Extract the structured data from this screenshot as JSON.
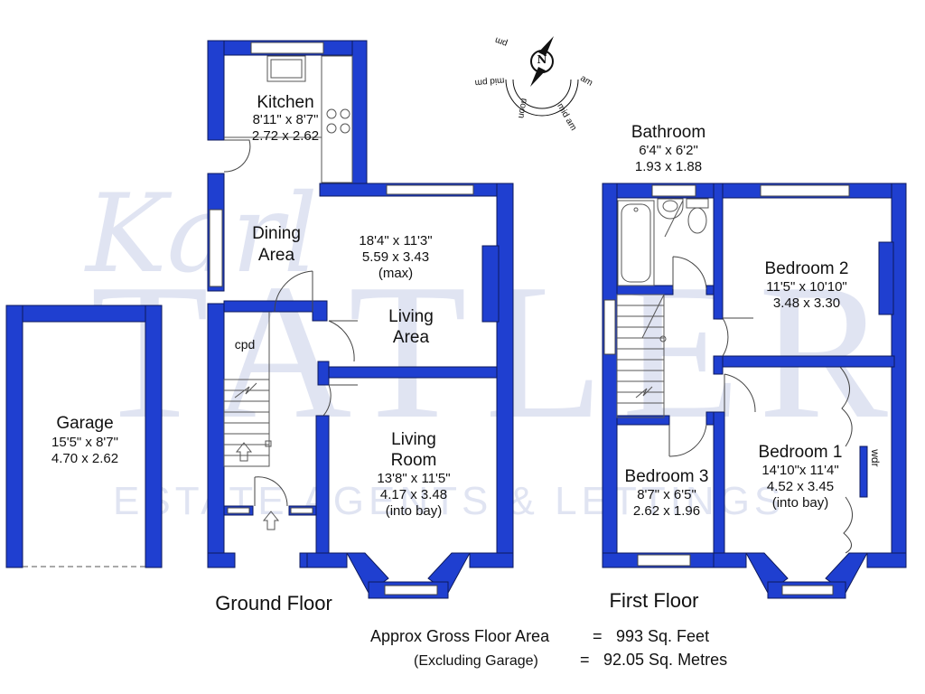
{
  "watermark": {
    "script": "Karl",
    "letters": "TATLER",
    "tagline": "ESTATE AGENTS & LETTINGS"
  },
  "compass": {
    "north": "N",
    "labels": [
      "pm",
      "mid pm",
      "noon",
      "mid am",
      "am"
    ]
  },
  "ground_floor": {
    "title": "Ground Floor",
    "rooms": {
      "kitchen": {
        "name": "Kitchen",
        "imperial": "8'11\"  x  8'7\"",
        "metric": "2.72  x  2.62"
      },
      "dining": {
        "name_line1": "Dining",
        "name_line2": "Area"
      },
      "dining_living": {
        "imperial": "18'4\"  x  11'3\"",
        "metric": "5.59  x  3.43",
        "note": "(max)"
      },
      "living_area": {
        "name_line1": "Living",
        "name_line2": "Area"
      },
      "living_room": {
        "name_line1": "Living",
        "name_line2": "Room",
        "imperial": "13'8\"  x  11'5\"",
        "metric": "4.17  x  3.48",
        "note": "(into bay)"
      },
      "cpd": "cpd"
    }
  },
  "garage": {
    "name": "Garage",
    "imperial": "15'5\"  x  8'7\"",
    "metric": "4.70  x  2.62"
  },
  "first_floor": {
    "title": "First Floor",
    "rooms": {
      "bathroom": {
        "name": "Bathroom",
        "imperial": "6'4\"  x  6'2\"",
        "metric": "1.93  x  1.88"
      },
      "bedroom2": {
        "name": "Bedroom 2",
        "imperial": "11'5\"  x 10'10\"",
        "metric": "3.48  x  3.30"
      },
      "bedroom1": {
        "name": "Bedroom 1",
        "imperial": "14'10\"x  11'4\"",
        "metric": "4.52  x  3.45",
        "note": "(into bay)"
      },
      "bedroom3": {
        "name": "Bedroom 3",
        "imperial": "8'7\"  x  6'5\"",
        "metric": "2.62  x  1.96"
      },
      "wardrobe": "wdr"
    }
  },
  "area": {
    "line1_label": "Approx Gross Floor Area",
    "line1_eq": "=",
    "line1_value": "993  Sq. Feet",
    "line2_label": "(Excluding Garage)",
    "line2_eq": "=",
    "line2_value": "92.05  Sq. Metres"
  }
}
